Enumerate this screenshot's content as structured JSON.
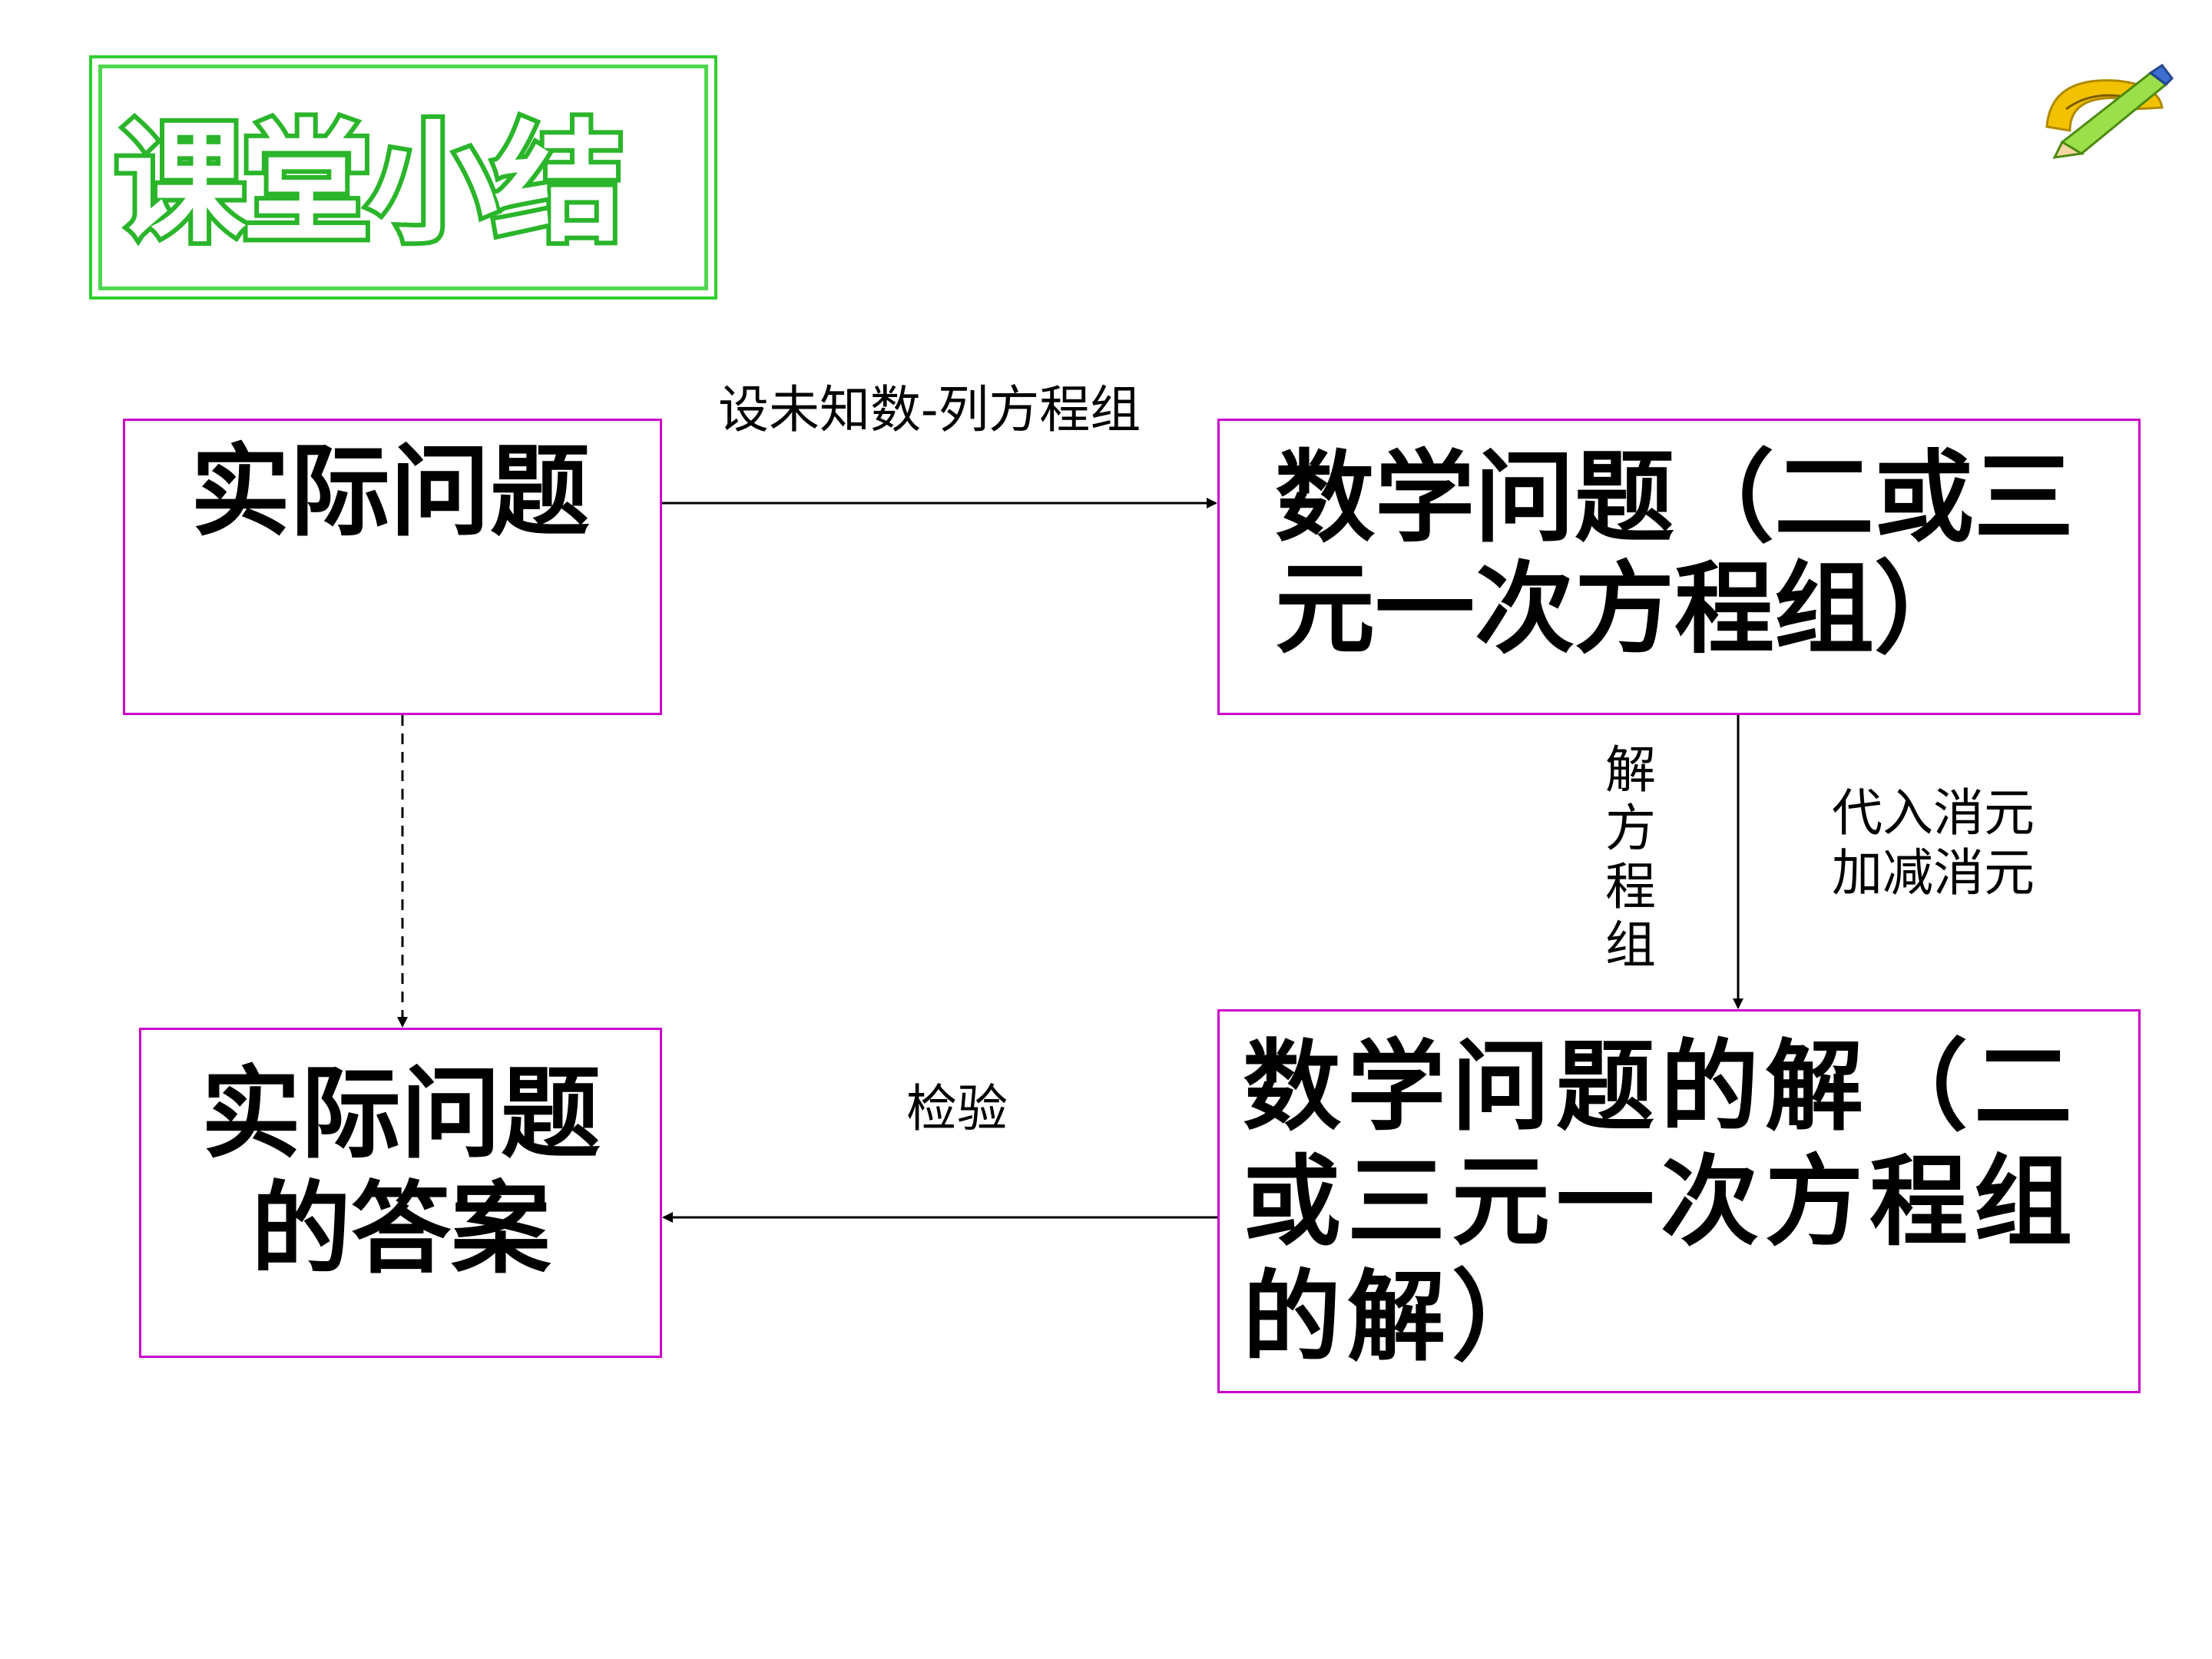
{
  "title": "课堂小结",
  "icons": {
    "decoration": "protractor-pencil-icon"
  },
  "colors": {
    "title_green": "#2ab52a",
    "box_border": "#cc00cc",
    "arrow": "#000000"
  },
  "nodes": {
    "real_problem": "实际问题",
    "math_problem": "数学问题（二或三\n元一次方程组）",
    "math_solution": "数学问题的解（二\n或三元一次方程组\n的解）",
    "real_answer": "实际问题\n的答案"
  },
  "edges": {
    "set_unknowns": "设未知数-列方程组",
    "solve_system": "解方程组",
    "methods": "代入消元\n加减消元",
    "verify": "检验"
  }
}
